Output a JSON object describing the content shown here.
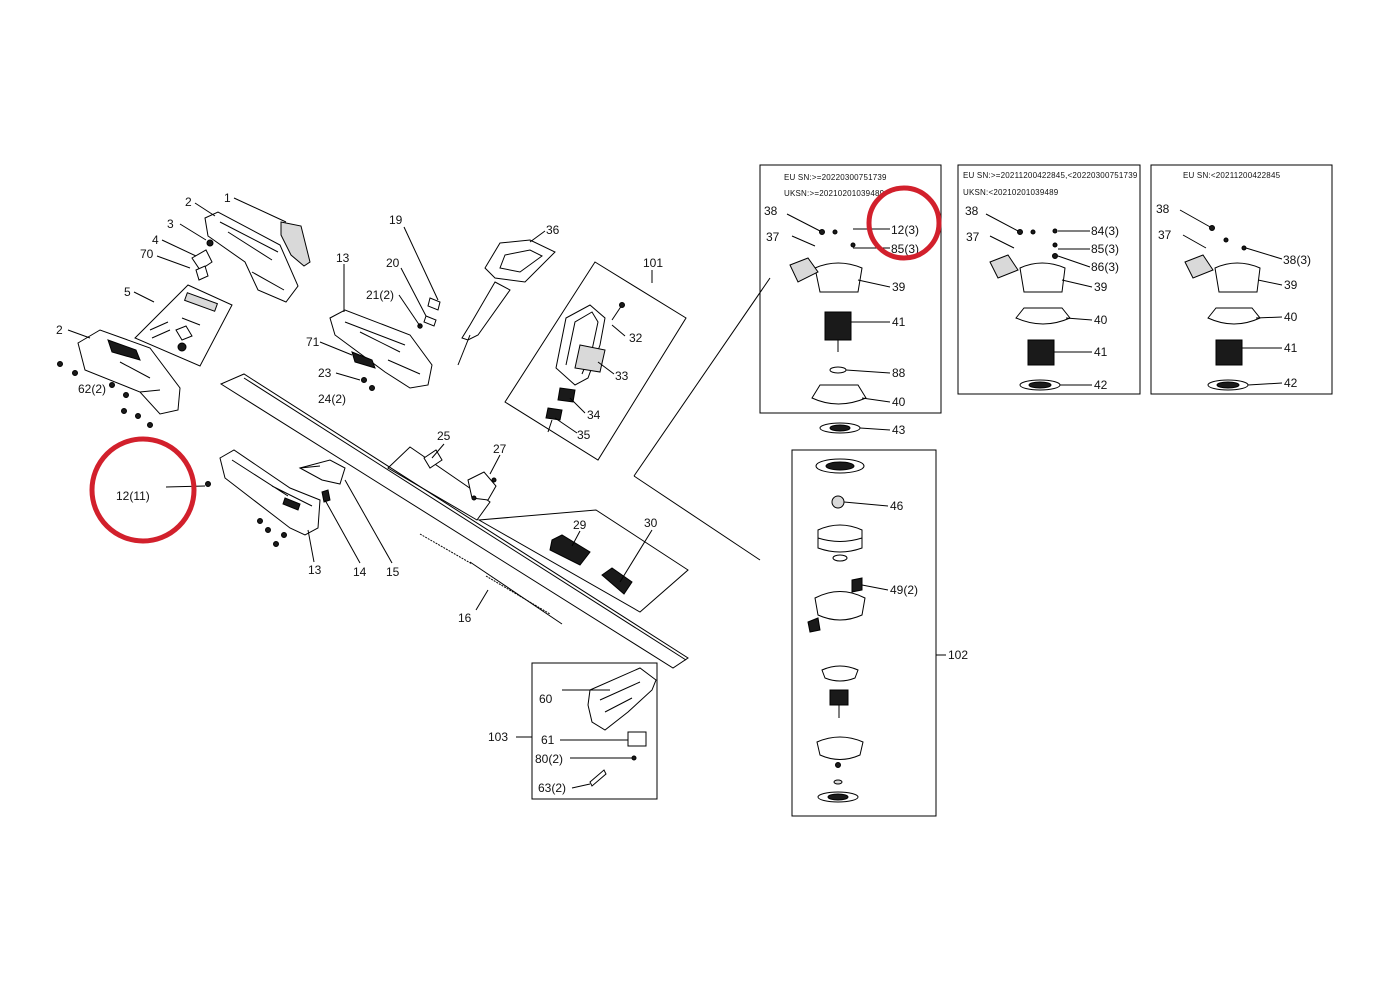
{
  "colors": {
    "callout": "#d2202c",
    "line": "#000000",
    "background": "#ffffff"
  },
  "labels": {
    "p1": "1",
    "p2a": "2",
    "p3": "3",
    "p4": "4",
    "p70": "70",
    "p5": "5",
    "p2b": "2",
    "p62": "62(2)",
    "p12_11": "12(11)",
    "p13a": "13",
    "p71": "71",
    "p23": "23",
    "p24": "24(2)",
    "p19": "19",
    "p20": "20",
    "p21": "21(2)",
    "p36": "36",
    "p101": "101",
    "p32": "32",
    "p33": "33",
    "p34": "34",
    "p35": "35",
    "p25": "25",
    "p27": "27",
    "p29": "29",
    "p30": "30",
    "p13b": "13",
    "p14": "14",
    "p15": "15",
    "p16": "16",
    "p103": "103",
    "p60": "60",
    "p61": "61",
    "p80": "80(2)",
    "p63": "63(2)",
    "b1_38": "38",
    "b1_37": "37",
    "b1_12": "12(3)",
    "b1_85": "85(3)",
    "b1_39": "39",
    "b1_41": "41",
    "b1_88": "88",
    "b1_40": "40",
    "p43": "43",
    "p46": "46",
    "p49": "49(2)",
    "p102": "102",
    "b2_38": "38",
    "b2_37": "37",
    "b2_84": "84(3)",
    "b2_85": "85(3)",
    "b2_86": "86(3)",
    "b2_39": "39",
    "b2_40": "40",
    "b2_41": "41",
    "b2_42": "42",
    "b3_38": "38",
    "b3_37": "37",
    "b3_38b": "38(3)",
    "b3_39": "39",
    "b3_40": "40",
    "b3_41": "41",
    "b3_42": "42"
  },
  "serials": {
    "box1_eu": "EU SN:>=20220300751739",
    "box1_uk": "UKSN:>=20210201039489",
    "box2_eu": "EU SN:>=20211200422845,<20220300751739",
    "box2_uk": "UKSN:<20210201039489",
    "box3_eu": "EU SN:<20211200422845"
  }
}
